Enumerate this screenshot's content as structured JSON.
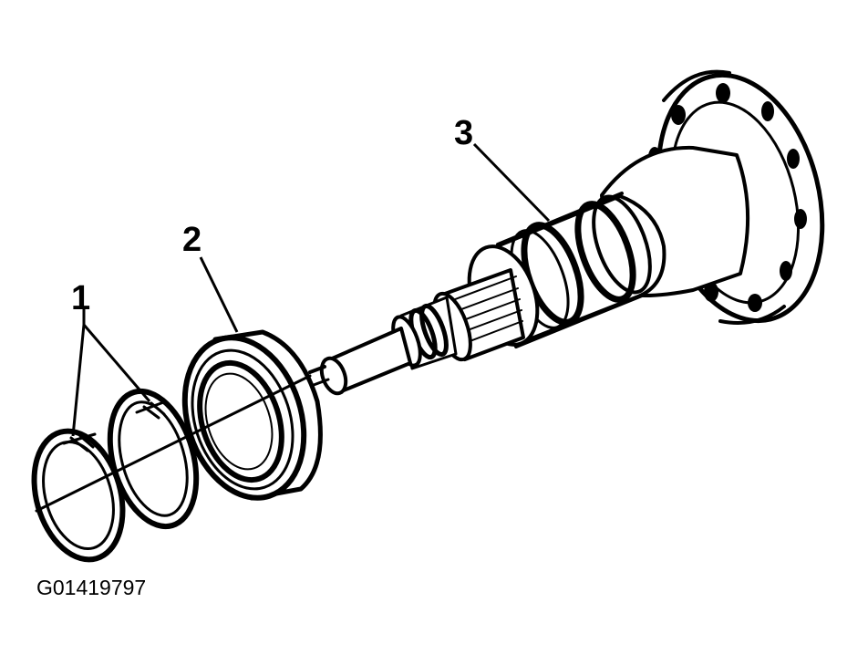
{
  "figure": {
    "id_label": "G01419797",
    "ink_color": "#000000",
    "background": "#ffffff"
  },
  "callouts": [
    {
      "number": "1"
    },
    {
      "number": "2"
    },
    {
      "number": "3"
    }
  ]
}
